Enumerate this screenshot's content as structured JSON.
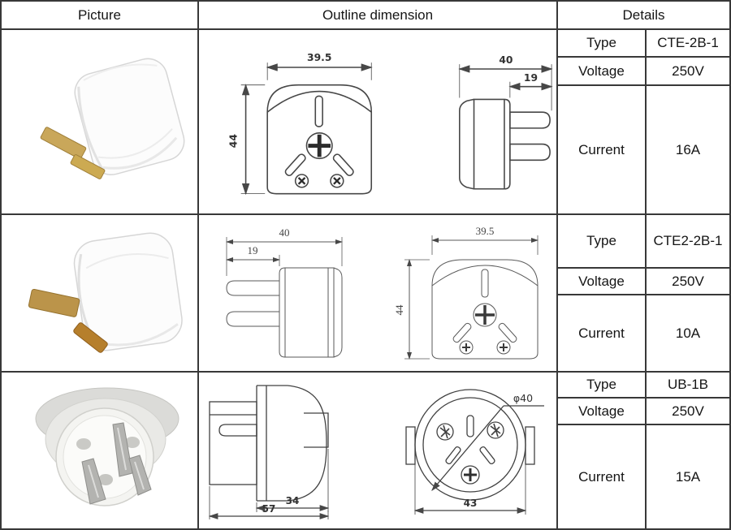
{
  "header": {
    "picture": "Picture",
    "outline": "Outline dimension",
    "details": "Details"
  },
  "products": [
    {
      "specs": {
        "type_label": "Type",
        "type_value": "CTE-2B-1",
        "voltage_label": "Voltage",
        "voltage_value": "250V",
        "current_label": "Current",
        "current_value": "16A"
      },
      "dimensions": {
        "front_width": "39.5",
        "front_height": "44",
        "side_depth": "40",
        "side_pin_length": "19"
      }
    },
    {
      "specs": {
        "type_label": "Type",
        "type_value": "CTE2-2B-1",
        "voltage_label": "Voltage",
        "voltage_value": "250V",
        "current_label": "Current",
        "current_value": "10A"
      },
      "dimensions": {
        "side_depth": "40",
        "side_pin_length": "19",
        "front_width": "39.5",
        "front_height": "44"
      }
    },
    {
      "specs": {
        "type_label": "Type",
        "type_value": "UB-1B",
        "voltage_label": "Voltage",
        "voltage_value": "250V",
        "current_label": "Current",
        "current_value": "15A"
      },
      "dimensions": {
        "side_body_depth": "34",
        "side_total_depth": "57",
        "face_diameter": "φ40",
        "face_width": "43"
      }
    }
  ]
}
